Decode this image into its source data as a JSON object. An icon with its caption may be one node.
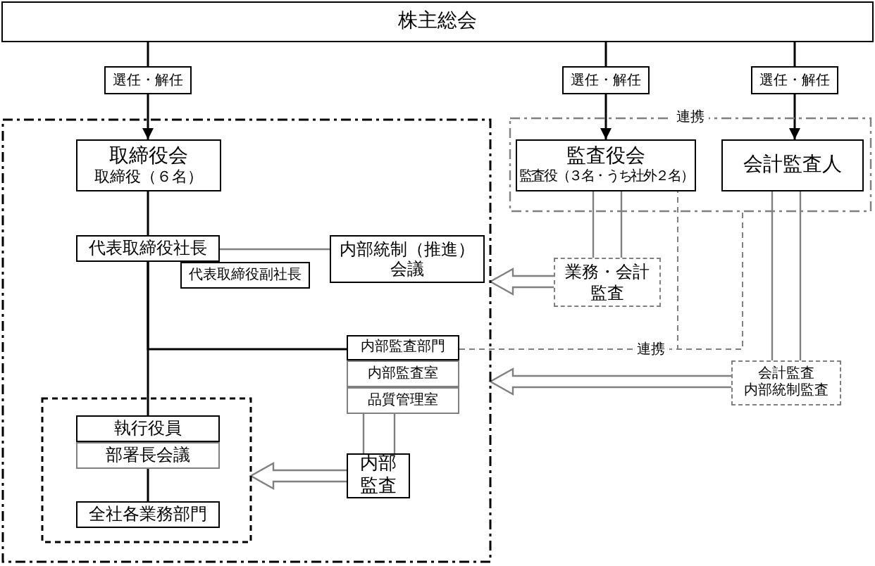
{
  "diagram": {
    "nodes": [
      {
        "text": [
          "株主総会"
        ]
      },
      {
        "text": [],
        "shape": "box"
      },
      {
        "text": [
          "連携"
        ]
      },
      {
        "text": [
          "取締役会",
          "取締役（６名）"
        ],
        "in": 1
      },
      {
        "text": [
          "監査役会",
          "監査役（３名・うち社外２名）"
        ],
        "in": 2
      },
      {
        "text": [
          "会計監査人"
        ],
        "in": 2
      },
      {
        "text": [
          "代表取締役社長"
        ],
        "in": 1
      },
      {
        "text": [
          "代表取締役副社長"
        ],
        "in": 1
      },
      {
        "text": [
          "内部統制（推進）会議"
        ],
        "in": 1
      },
      {
        "text": [
          "業務・会計監査"
        ]
      },
      {
        "text": [
          "内部監査部門"
        ],
        "in": 1
      },
      {
        "text": [
          "内部監査室"
        ],
        "in": 1
      },
      {
        "text": [
          "品質管理室"
        ],
        "in": 1
      },
      {
        "text": [
          "内部監査"
        ],
        "in": 1
      },
      {
        "text": [],
        "shape": "box",
        "in": 1
      },
      {
        "text": [
          "執行役員"
        ],
        "in": 14
      },
      {
        "text": [
          "部署長会議"
        ],
        "in": 14
      },
      {
        "text": [
          "全社各業務部門"
        ],
        "in": 14
      },
      {
        "text": [
          "会計監査",
          "内部統制監査"
        ]
      }
    ],
    "edges": [
      {
        "from": 0,
        "to": 3,
        "arrow": "to",
        "label": "選任・解任",
        "color": "#000000"
      },
      {
        "from": 0,
        "to": 4,
        "arrow": "to",
        "label": "選任・解任",
        "color": "#000000"
      },
      {
        "from": 0,
        "to": 5,
        "arrow": "to",
        "label": "選任・解任",
        "color": "#000000"
      },
      {
        "from": 3,
        "to": 6,
        "arrow": "none",
        "color": "#000000"
      },
      {
        "from": 6,
        "to": 8,
        "arrow": "none"
      },
      {
        "from": 6,
        "to": 15,
        "arrow": "none",
        "color": "#000000"
      },
      {
        "from": 6,
        "to": 10,
        "arrow": "none",
        "color": "#000000"
      },
      {
        "from": 16,
        "to": 17,
        "arrow": "none",
        "color": "#000000"
      },
      {
        "from": 4,
        "to": 9,
        "arrow": "none"
      },
      {
        "from": 4,
        "to": 9,
        "arrow": "none"
      },
      {
        "from": 5,
        "to": 18,
        "arrow": "none"
      },
      {
        "from": 5,
        "to": 18,
        "arrow": "none"
      },
      {
        "from": 12,
        "to": 13,
        "arrow": "none"
      },
      {
        "from": 12,
        "to": 13,
        "arrow": "none"
      },
      {
        "from": 9,
        "to": 1,
        "arrow": "to",
        "style": "thick"
      },
      {
        "from": 18,
        "to": 1,
        "arrow": "to",
        "style": "thick"
      },
      {
        "from": 13,
        "to": 14,
        "arrow": "to",
        "style": "thick"
      },
      {
        "from": 10,
        "to": 4,
        "arrow": "none",
        "style": "dashed",
        "label": "連携"
      },
      {
        "from": 10,
        "to": 2,
        "arrow": "none",
        "style": "dashed"
      }
    ]
  }
}
